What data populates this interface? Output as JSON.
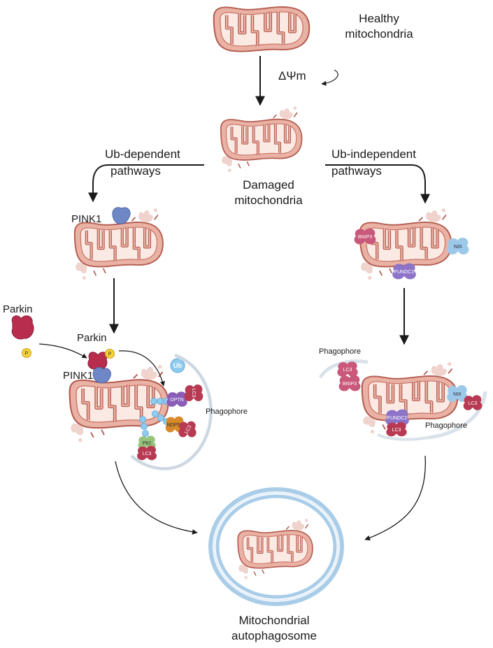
{
  "labels": {
    "healthy_line1": "Healthy",
    "healthy_line2": "mitochondria",
    "delta_psi": "ΔΨm",
    "damaged_line1": "Damaged",
    "damaged_line2": "mitochondria",
    "ub_dep_line1": "Ub-dependent",
    "ub_dep_line2": "pathways",
    "ub_indep_line1": "Ub-independent",
    "ub_indep_line2": "pathways",
    "pink1_top": "PINK1",
    "parkin_free": "Parkin",
    "parkin_bound": "Parkin",
    "pink1_bound": "PINK1",
    "phagophore_left": "Phagophore",
    "phagophore_right_top": "Phagophore",
    "phagophore_right_bottom": "Phagophore",
    "autophagosome_line1": "Mitochondrial",
    "autophagosome_line2": "autophagosome"
  },
  "proteins": {
    "p": "P",
    "ub": "Ub",
    "optn": "OPTN",
    "ndp52": "NDP52",
    "p62": "P62",
    "lc3": "LC3",
    "bnip3": "BNIP3",
    "nix": "NIX",
    "fundc1": "FUNDC1"
  },
  "colors": {
    "mito_outer": "#e9b2a4",
    "mito_stroke": "#b35b4f",
    "mito_inner": "#fbeae4",
    "damage_fragment": "#efd3cc",
    "parkin": "#b82c4e",
    "pink1": "#6d87c7",
    "phosphate": "#f4d13a",
    "ubiquitin": "#8fcbef",
    "lc3": "#b83a52",
    "optn": "#8b5db7",
    "ndp52": "#d88a2a",
    "p62": "#96c47d",
    "bnip3": "#c9587a",
    "nix": "#9cc8ea",
    "fundc1": "#8d74c9",
    "membrane": "#d9e2ea",
    "autophagosome": "#a9cde8"
  }
}
